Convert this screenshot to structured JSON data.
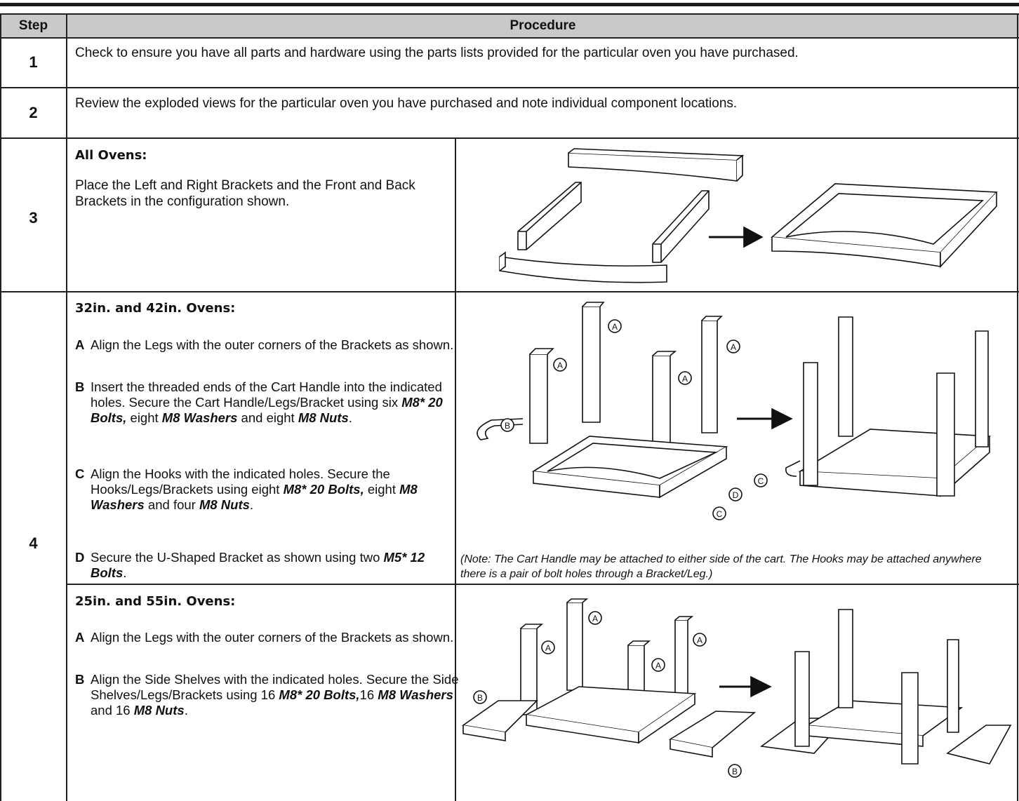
{
  "header": {
    "step": "Step",
    "procedure": "Procedure"
  },
  "step1": {
    "num": "1",
    "text": "Check to ensure you have all parts and hardware using the parts lists provided for the particular oven you have purchased."
  },
  "step2": {
    "num": "2",
    "text": "Review the exploded views for the particular oven you have purchased and note individual component locations."
  },
  "step3": {
    "num": "3",
    "heading": "All Ovens:",
    "text": "Place the Left and Right Brackets and the Front and Back Brackets in the configuration shown."
  },
  "step4": {
    "num": "4",
    "partA": {
      "heading": "32in. and 42in. Ovens:",
      "a_letter": "A",
      "a_text": "Align the Legs with the outer corners of the Brackets as shown.",
      "b_letter": "B",
      "b_text1": "Insert the threaded ends of the Cart Handle into the indicated holes. Secure the Cart Handle/Legs/Bracket using six ",
      "b_em1": "M8* 20 Bolts,",
      "b_text2": " eight ",
      "b_em2": "M8 Washers",
      "b_text3": " and eight ",
      "b_em3": "M8 Nuts",
      "b_text4": ".",
      "c_letter": "C",
      "c_text1": "Align the Hooks with the indicated holes. Secure the Hooks/Legs/Brackets using eight ",
      "c_em1": "M8* 20 Bolts,",
      "c_text2": " eight ",
      "c_em2": "M8 Washers",
      "c_text3": " and four ",
      "c_em3": "M8 Nuts",
      "c_text4": ".",
      "d_letter": "D",
      "d_text1": "Secure the U-Shaped Bracket as shown using two ",
      "d_em1": "M5* 12 Bolts",
      "d_text2": ".",
      "note": "(Note: The Cart Handle may be attached to either side of the cart. The Hooks may be attached anywhere there is a pair of bolt holes through a Bracket/Leg.)"
    },
    "partB": {
      "heading": "25in. and 55in. Ovens:",
      "a_letter": "A",
      "a_text": "Align the Legs with the outer corners of the Brackets as shown.",
      "b_letter": "B",
      "b_text1": "Align the Side Shelves with the indicated holes. Secure the Side Shelves/Legs/Brackets using 16 ",
      "b_em1": "M8* 20 Bolts,",
      "b_text2": "16 ",
      "b_em2": "M8 Washers",
      "b_text3": " and 16 ",
      "b_em3": "M8 Nuts",
      "b_text4": "."
    }
  },
  "callouts": {
    "a": "A",
    "b": "B",
    "c": "C",
    "d": "D"
  }
}
